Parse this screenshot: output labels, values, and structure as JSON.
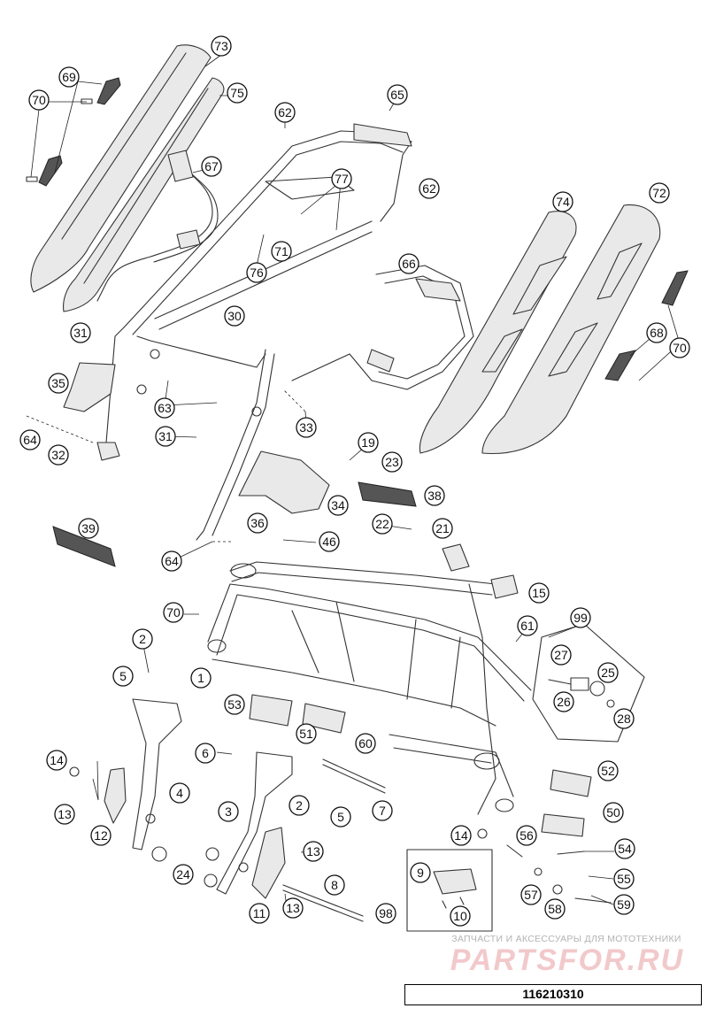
{
  "watermark": {
    "caption": "ЗАПЧАСТИ И АКСЕССУАРЫ ДЛЯ МОТОТЕХНИКИ",
    "brand": "PARTSFOR.RU"
  },
  "diagram_code": "116210310",
  "callouts": [
    "73",
    "69",
    "70",
    "75",
    "62",
    "65",
    "67",
    "77",
    "62",
    "71",
    "76",
    "74",
    "72",
    "66",
    "30",
    "31",
    "68",
    "70",
    "35",
    "63",
    "33",
    "31",
    "64",
    "32",
    "19",
    "23",
    "38",
    "34",
    "36",
    "22",
    "21",
    "39",
    "46",
    "64",
    "15",
    "70",
    "61",
    "99",
    "27",
    "25",
    "26",
    "28",
    "2",
    "1",
    "5",
    "53",
    "51",
    "60",
    "6",
    "14",
    "13",
    "4",
    "52",
    "12",
    "3",
    "2",
    "5",
    "7",
    "50",
    "14",
    "56",
    "54",
    "13",
    "24",
    "9",
    "8",
    "55",
    "11",
    "57",
    "98",
    "13",
    "10",
    "58",
    "59"
  ]
}
